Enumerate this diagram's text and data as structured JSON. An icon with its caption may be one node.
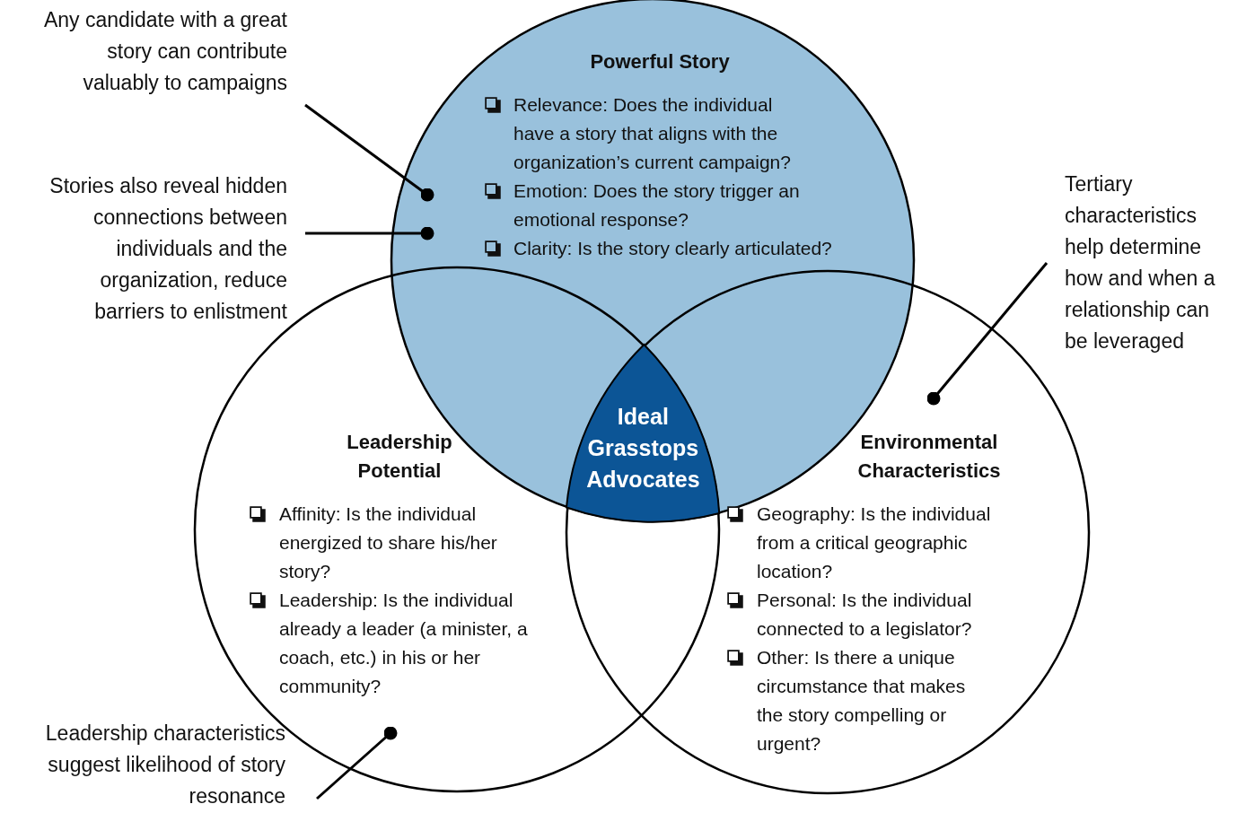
{
  "diagram": {
    "nodes": [
      {
        "text": [
          "Powerful Story",
          "Relevance: Does the individual have a story that aligns with the organization’s current campaign?",
          "Emotion: Does the story trigger an emotional response?",
          "Clarity: Is the story clearly articulated?"
        ]
      },
      {
        "text": [
          "Leadership Potential",
          "Affinity: Is the individual energized to share his/her story?",
          "Leadership: Is the individual already a leader (a minister, a coach, etc.) in his or her community?"
        ]
      },
      {
        "text": [
          "Environmental Characteristics",
          "Geography: Is the individual from a critical geographic location?",
          "Personal: Is the individual connected to a legislator?",
          "Other: Is there a unique circumstance that makes the story compelling or urgent?"
        ]
      },
      {
        "text": [
          "Ideal Grasstops Advocates"
        ]
      },
      {
        "text": [
          "Any candidate with a great story can contribute valuably to campaigns"
        ]
      },
      {
        "text": [
          "Stories also reveal hidden connections between individuals and the organization, reduce barriers to enlistment"
        ]
      },
      {
        "text": [
          "Tertiary characteristics help determine how and when a relationship can be leveraged"
        ]
      },
      {
        "text": [
          "Leadership characteristics suggest likelihood of story resonance"
        ]
      }
    ],
    "edges": [
      {
        "from": 4,
        "to": 0,
        "arrow": "other"
      },
      {
        "from": 5,
        "to": 0,
        "arrow": "other"
      },
      {
        "from": 6,
        "to": 2,
        "arrow": "other"
      },
      {
        "from": 7,
        "to": 1,
        "arrow": "other"
      }
    ]
  }
}
